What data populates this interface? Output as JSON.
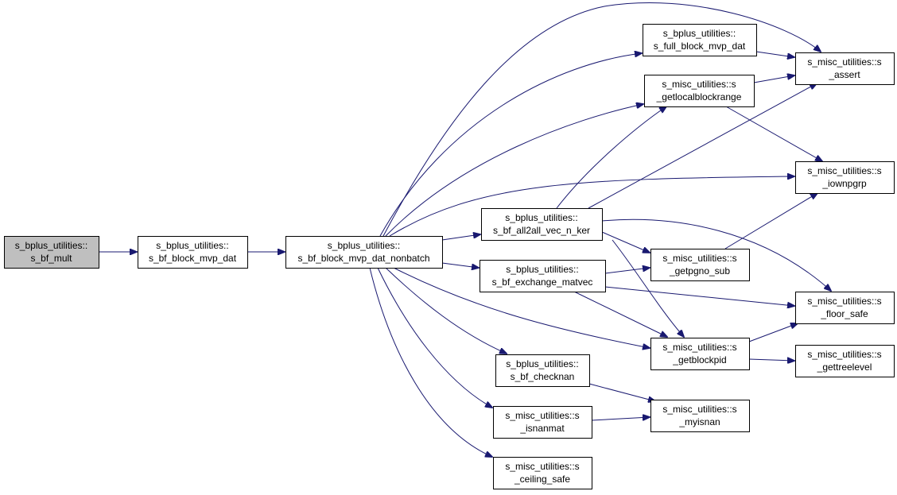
{
  "graph": {
    "edge_color": "#191970",
    "root_fill": "#bfbfbf",
    "nodes": [
      {
        "id": "bf_mult",
        "line1": "s_bplus_utilities::",
        "line2": "s_bf_mult"
      },
      {
        "id": "bf_block_mvp_dat",
        "line1": "s_bplus_utilities::",
        "line2": "s_bf_block_mvp_dat"
      },
      {
        "id": "bf_block_mvp_dat_nonbatch",
        "line1": "s_bplus_utilities::",
        "line2": "s_bf_block_mvp_dat_nonbatch"
      },
      {
        "id": "full_block_mvp_dat",
        "line1": "s_bplus_utilities::",
        "line2": "s_full_block_mvp_dat"
      },
      {
        "id": "getlocalblockrange",
        "line1": "s_misc_utilities::s",
        "line2": "_getlocalblockrange"
      },
      {
        "id": "bf_all2all_vec_n_ker",
        "line1": "s_bplus_utilities::",
        "line2": "s_bf_all2all_vec_n_ker"
      },
      {
        "id": "bf_exchange_matvec",
        "line1": "s_bplus_utilities::",
        "line2": "s_bf_exchange_matvec"
      },
      {
        "id": "bf_checknan",
        "line1": "s_bplus_utilities::",
        "line2": "s_bf_checknan"
      },
      {
        "id": "isnanmat",
        "line1": "s_misc_utilities::s",
        "line2": "_isnanmat"
      },
      {
        "id": "ceiling_safe",
        "line1": "s_misc_utilities::s",
        "line2": "_ceiling_safe"
      },
      {
        "id": "getpgno_sub",
        "line1": "s_misc_utilities::s",
        "line2": "_getpgno_sub"
      },
      {
        "id": "getblockpid",
        "line1": "s_misc_utilities::s",
        "line2": "_getblockpid"
      },
      {
        "id": "myisnan",
        "line1": "s_misc_utilities::s",
        "line2": "_myisnan"
      },
      {
        "id": "assert",
        "line1": "s_misc_utilities::s",
        "line2": "_assert"
      },
      {
        "id": "iownpgrp",
        "line1": "s_misc_utilities::s",
        "line2": "_iownpgrp"
      },
      {
        "id": "floor_safe",
        "line1": "s_misc_utilities::s",
        "line2": "_floor_safe"
      },
      {
        "id": "gettreelevel",
        "line1": "s_misc_utilities::s",
        "line2": "_gettreelevel"
      }
    ],
    "edges": [
      {
        "from": "bf_mult",
        "to": "bf_block_mvp_dat"
      },
      {
        "from": "bf_block_mvp_dat",
        "to": "bf_block_mvp_dat_nonbatch"
      },
      {
        "from": "bf_block_mvp_dat_nonbatch",
        "to": "assert"
      },
      {
        "from": "bf_block_mvp_dat_nonbatch",
        "to": "full_block_mvp_dat"
      },
      {
        "from": "bf_block_mvp_dat_nonbatch",
        "to": "getlocalblockrange"
      },
      {
        "from": "bf_block_mvp_dat_nonbatch",
        "to": "iownpgrp"
      },
      {
        "from": "bf_block_mvp_dat_nonbatch",
        "to": "bf_all2all_vec_n_ker"
      },
      {
        "from": "bf_block_mvp_dat_nonbatch",
        "to": "bf_exchange_matvec"
      },
      {
        "from": "bf_block_mvp_dat_nonbatch",
        "to": "getblockpid"
      },
      {
        "from": "bf_block_mvp_dat_nonbatch",
        "to": "bf_checknan"
      },
      {
        "from": "bf_block_mvp_dat_nonbatch",
        "to": "isnanmat"
      },
      {
        "from": "bf_block_mvp_dat_nonbatch",
        "to": "ceiling_safe"
      },
      {
        "from": "full_block_mvp_dat",
        "to": "assert"
      },
      {
        "from": "getlocalblockrange",
        "to": "assert"
      },
      {
        "from": "getlocalblockrange",
        "to": "iownpgrp"
      },
      {
        "from": "bf_all2all_vec_n_ker",
        "to": "getlocalblockrange"
      },
      {
        "from": "bf_all2all_vec_n_ker",
        "to": "assert"
      },
      {
        "from": "bf_all2all_vec_n_ker",
        "to": "floor_safe"
      },
      {
        "from": "bf_all2all_vec_n_ker",
        "to": "getpgno_sub"
      },
      {
        "from": "bf_all2all_vec_n_ker",
        "to": "getblockpid"
      },
      {
        "from": "bf_exchange_matvec",
        "to": "getpgno_sub"
      },
      {
        "from": "bf_exchange_matvec",
        "to": "floor_safe"
      },
      {
        "from": "bf_exchange_matvec",
        "to": "getblockpid"
      },
      {
        "from": "getpgno_sub",
        "to": "iownpgrp"
      },
      {
        "from": "getblockpid",
        "to": "floor_safe"
      },
      {
        "from": "getblockpid",
        "to": "gettreelevel"
      },
      {
        "from": "bf_checknan",
        "to": "myisnan"
      },
      {
        "from": "isnanmat",
        "to": "myisnan"
      }
    ]
  }
}
